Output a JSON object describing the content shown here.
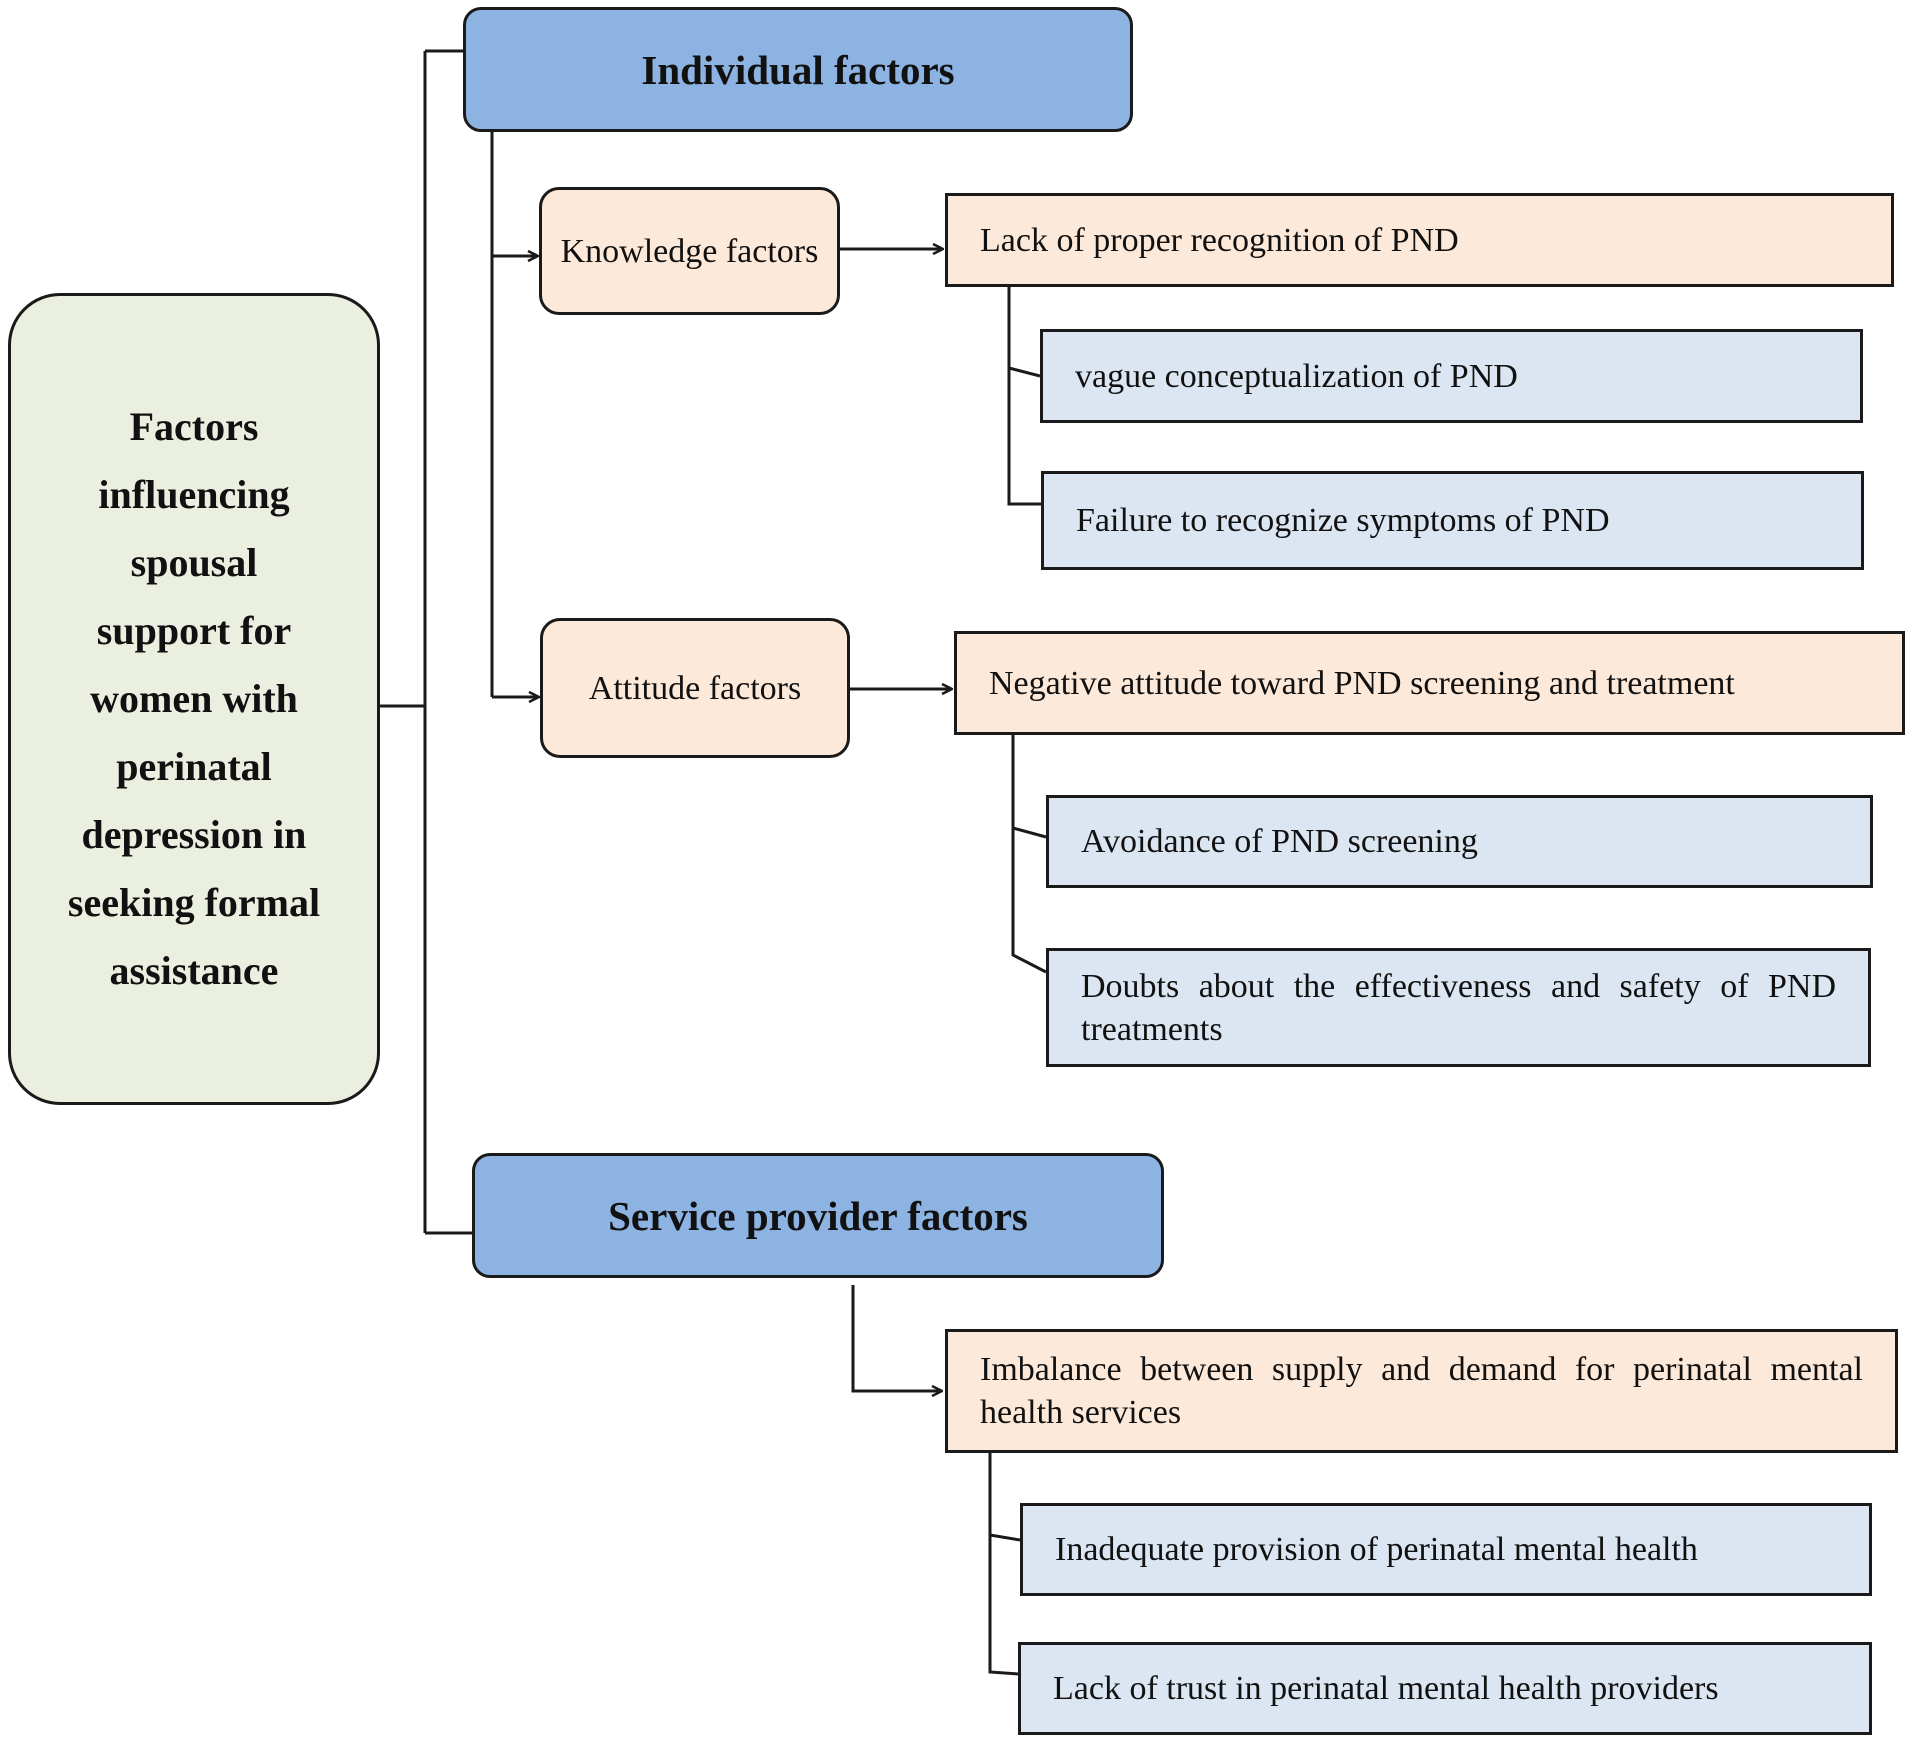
{
  "root": {
    "label": "Factors influencing spousal support for women with perinatal depression in seeking formal assistance"
  },
  "individual": {
    "label": "Individual factors",
    "knowledge": {
      "label": "Knowledge factors",
      "theme": "Lack of proper recognition of PND",
      "items": [
        "vague conceptualization of PND",
        "Failure to recognize symptoms of PND"
      ]
    },
    "attitude": {
      "label": "Attitude factors",
      "theme": "Negative attitude toward PND screening and treatment",
      "items": [
        "Avoidance of PND screening",
        "Doubts about the effectiveness and safety of PND treatments"
      ]
    }
  },
  "service": {
    "label": "Service provider factors",
    "theme": "Imbalance between supply and demand for perinatal mental health services",
    "items": [
      "Inadequate provision of perinatal mental health",
      "Lack of trust in perinatal mental health providers"
    ]
  },
  "colors": {
    "root_fill": "#ebefe0",
    "category_fill": "#8db3e2",
    "subfactor_fill": "#fde9d9",
    "leaf_fill": "#dce6f2",
    "stroke": "#1a1a1a"
  }
}
